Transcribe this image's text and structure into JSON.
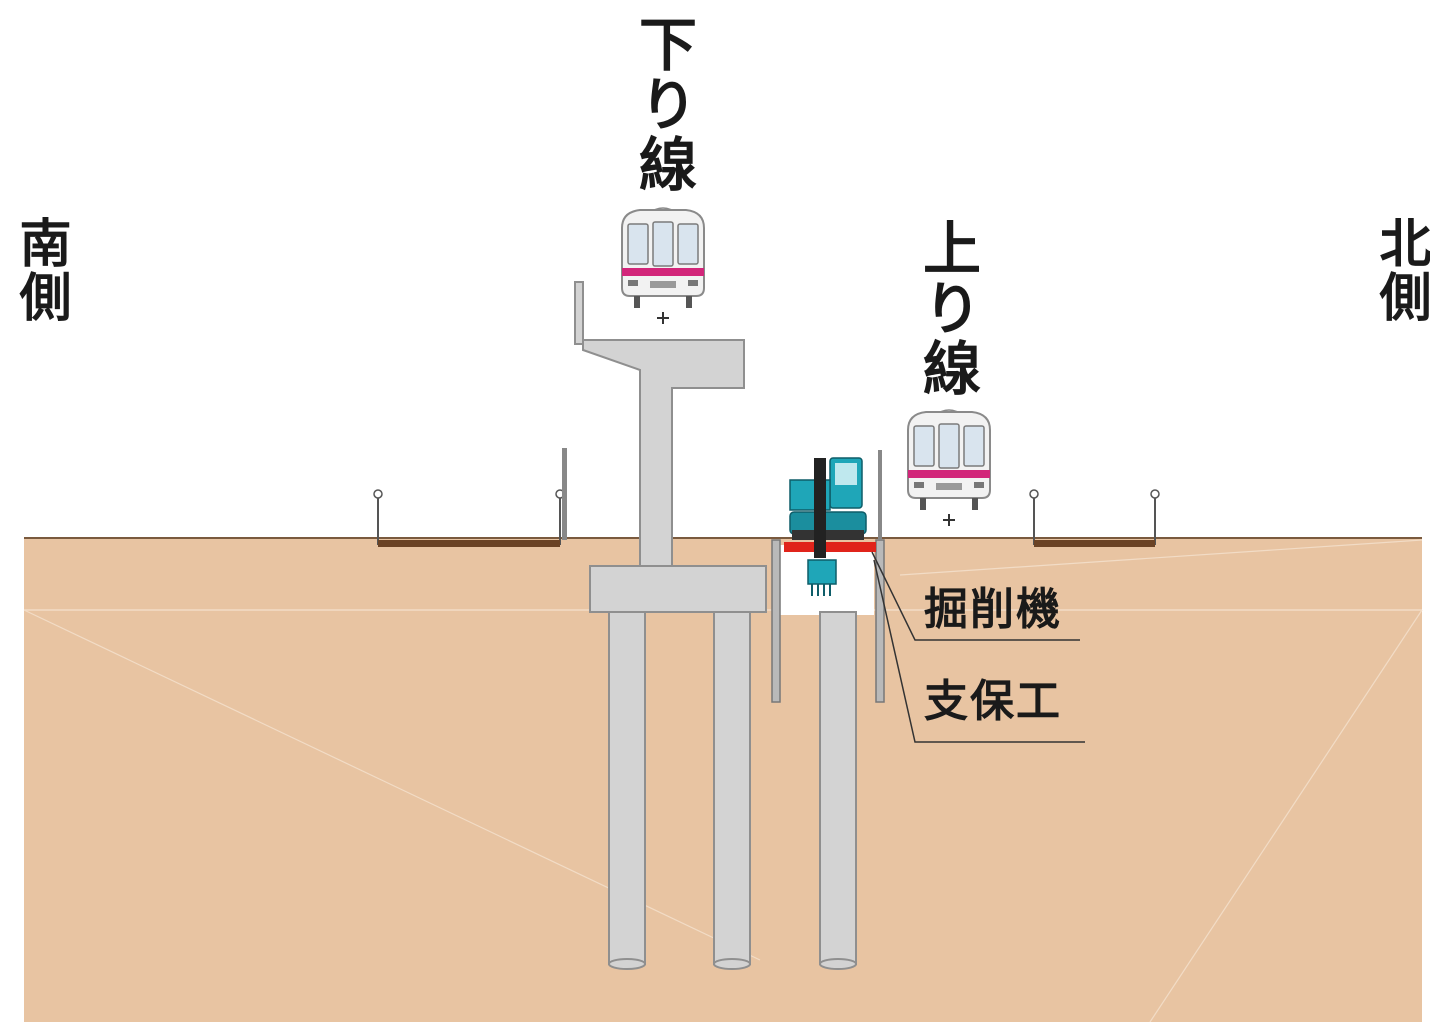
{
  "labels": {
    "south_side": "南側",
    "north_side": "北側",
    "down_line": "下り線",
    "up_line": "上り線",
    "excavator": "掘削機",
    "shoring": "支保工"
  },
  "colors": {
    "ground": "#e8c4a2",
    "ground_line": "#7a5a3e",
    "concrete": "#d3d3d3",
    "concrete_edge": "#8f8f8f",
    "train_body": "#f2f2f2",
    "train_band": "#d2267a",
    "train_window": "#d9e4ee",
    "excavator": "#1fa6b8",
    "strut_red": "#e0241b",
    "track_brown": "#6b4325"
  },
  "icons": {
    "train_down": "train-front-icon",
    "train_up": "train-front-icon",
    "excavator": "excavator-icon"
  }
}
